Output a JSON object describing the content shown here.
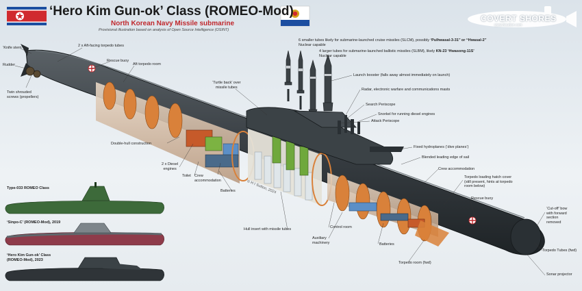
{
  "header": {
    "title": "‘Hero Kim Gun-ok’ Class (ROMEO-Mod)",
    "subtitle": "North Korean Navy Missile submarine",
    "credit": "Provisional illustration based on analysis of Open Source Intelligence (OSINT)"
  },
  "logo": {
    "name": "COVERT SHORES",
    "url": "www.hisutton.com"
  },
  "watermark": "© H I Sutton, 2024",
  "labels": {
    "knife_stern": "‘Knife stern’",
    "aft_torpedo_tubes": "2 x Aft-facing torpedo tubes",
    "rudder": "Rudder",
    "rescue_buoy_aft": "Rescue buoy",
    "aft_torpedo_room": "Aft torpedo room",
    "twin_screws_1": "Twin shrouded",
    "twin_screws_2": "screws (propellers)",
    "slcm_1": "6 smaller tubes likely for submarine-launched cruise missiles (SLCM), possibly",
    "slcm_bold": "‘Pulhwasal-3-31’’ or ‘‘Hwasal-2’’",
    "slcm_2": "Nuclear capable",
    "slbm_1": "4 larger tubes for submarine-launched ballistic missiles (SLBM), likely",
    "slbm_bold": "KN-23 ‘Hwasong-11S’",
    "slbm_2": "Nuclear capable",
    "turtle_back_1": "‘Turtle back’ over",
    "turtle_back_2": "missile tubes",
    "launch_booster": "Launch booster (falls away almost immediately on launch)",
    "radar_masts": "Radar, electronic warfare and communications masts",
    "search_periscope": "Search Periscope",
    "snorkel": "Snorkel for running diesel engines",
    "attack_periscope": "Attack Periscope",
    "double_hull": "Double-hull construction",
    "diesel_1": "2 x Diesel",
    "diesel_2": "engines",
    "toilet": "Toilet",
    "crew_aft_1": "Crew",
    "crew_aft_2": "accommodation",
    "batteries_aft": "Batteries",
    "fixed_hydroplanes": "Fixed hydroplanes (‘dive planes’)",
    "blended_sail": "Blended leading edge of sail",
    "crew_fwd": "Crew accommodation",
    "torpedo_hatch_1": "Torpedo loading hatch cover",
    "torpedo_hatch_2": "(still present, hints at torpedo",
    "torpedo_hatch_3": "room below)",
    "rescue_buoy_fwd": "Rescue buoy",
    "cutoff_bow_1": "‘Cut-off’ bow",
    "cutoff_bow_2": "with forward",
    "cutoff_bow_3": "section",
    "cutoff_bow_4": "removed",
    "hull_insert": "Hull insert with missile tubes",
    "control_room": "Control room",
    "auxiliary_1": "Auxiliary",
    "auxiliary_2": "machinery",
    "batteries_fwd": "Batteries",
    "torpedo_room_fwd": "Torpedo room (fwd)",
    "torpedo_tubes_fwd": "Torpedo Tubes (fwd)",
    "sonar_projector": "Sonar projector"
  },
  "comparison": [
    {
      "title_1": "Type-033 ROMEO Class",
      "title_2": ""
    },
    {
      "title_1": "‘Sinpo-C’ (ROMEO-Mod), 2019",
      "title_2": ""
    },
    {
      "title_1": "‘Hero Kim Gun-ok’ Class",
      "title_2": "(ROMEO-Mod), 2023"
    }
  ],
  "colors": {
    "title_red": "#c0282d",
    "hull_dark": "#2f3438",
    "hull_mid": "#454b50",
    "interior_orange": "#d9813a",
    "interior_green": "#7cb342",
    "interior_blue": "#5c8fc7",
    "romeo_green": "#3d6a3a",
    "romeo_red": "#8e3b4a",
    "flag_red": "#d02a2e",
    "flag_blue": "#1c4ea0"
  }
}
